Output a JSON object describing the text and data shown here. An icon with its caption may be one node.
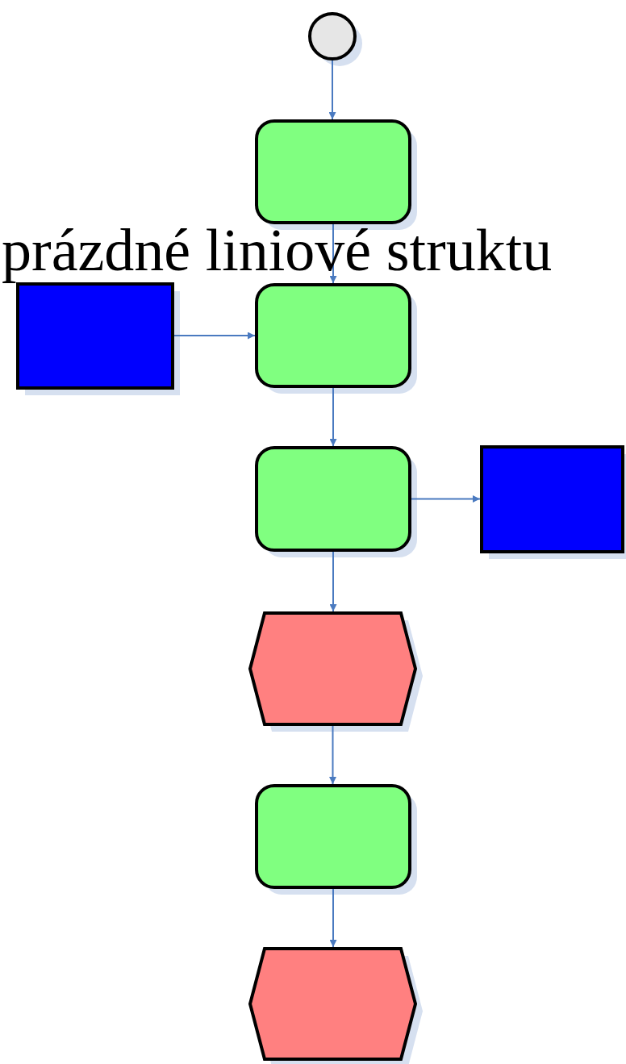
{
  "diagram": {
    "nodes": [
      {
        "text": [],
        "shape": "circle"
      },
      {
        "text": [],
        "shape": "rounded"
      },
      {
        "text": [],
        "shape": "box"
      },
      {
        "text": [],
        "shape": "rounded"
      },
      {
        "text": [],
        "shape": "rounded"
      },
      {
        "text": [],
        "shape": "box"
      },
      {
        "text": [],
        "shape": "hexagon"
      },
      {
        "text": [],
        "shape": "rounded"
      },
      {
        "text": [],
        "shape": "hexagon"
      }
    ],
    "edges": [
      {
        "from": 0,
        "to": 1,
        "arrow": "to"
      },
      {
        "from": 1,
        "to": 3,
        "arrow": "to"
      },
      {
        "from": 2,
        "to": 3,
        "arrow": "to"
      },
      {
        "from": 3,
        "to": 4,
        "arrow": "to"
      },
      {
        "from": 4,
        "to": 5,
        "arrow": "to"
      },
      {
        "from": 4,
        "to": 6,
        "arrow": "to"
      },
      {
        "from": 6,
        "to": 7,
        "arrow": "to"
      },
      {
        "from": 7,
        "to": 8,
        "arrow": "to"
      }
    ],
    "labels": [
      "prázdné liniové struktu"
    ]
  }
}
